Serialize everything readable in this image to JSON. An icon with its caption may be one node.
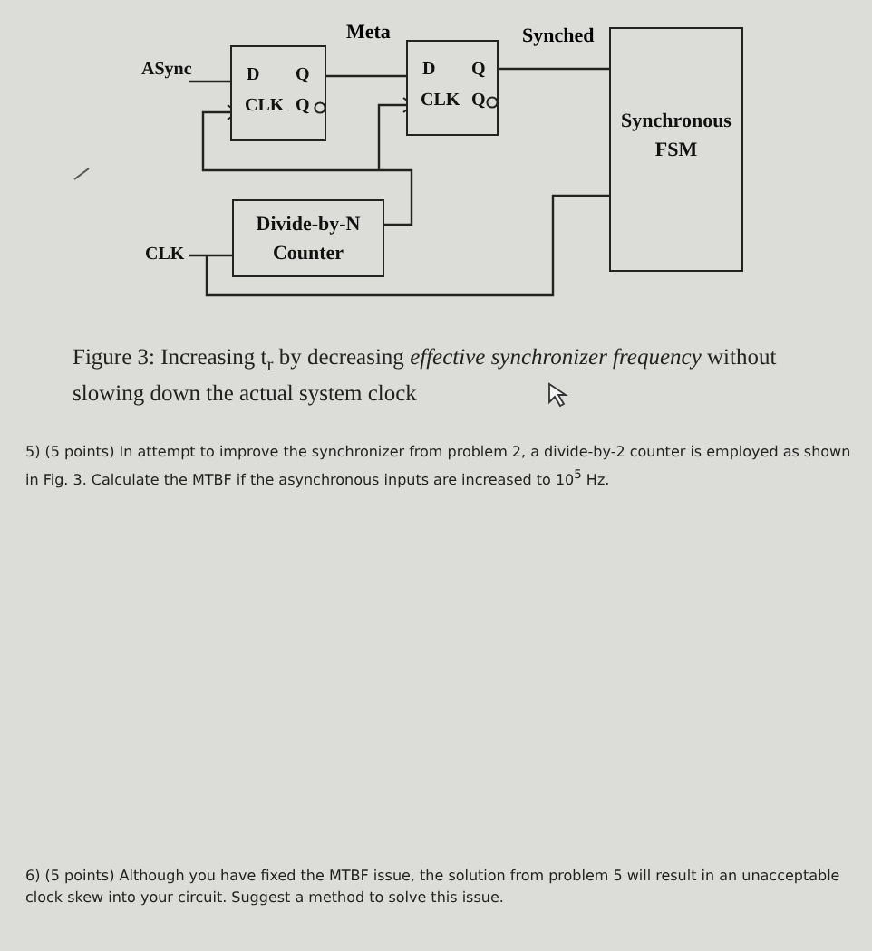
{
  "diagram": {
    "caption": "Figure 3: Increasing t$_{r}$ by decreasing *effective synchronizer frequency* without slowing down the actual system clock",
    "nodes": [
      {
        "text": [
          "ASync"
        ]
      },
      {
        "text": [
          "D",
          "Q",
          "CLK",
          "Q"
        ]
      },
      {
        "text": [
          "D",
          "Q",
          "CLK",
          "Q"
        ]
      },
      {
        "text": [
          "Synchronous FSM"
        ]
      },
      {
        "text": [
          "Divide-by-N Counter"
        ]
      },
      {
        "text": [
          "CLK"
        ]
      }
    ],
    "edges": [
      {
        "from": 0,
        "to": 1,
        "arrow": "none"
      },
      {
        "from": 1,
        "to": 2,
        "arrow": "none",
        "label": "Meta"
      },
      {
        "from": 2,
        "to": 3,
        "arrow": "none",
        "label": "Synched"
      },
      {
        "from": 4,
        "to": 1,
        "arrow": "to"
      },
      {
        "from": 4,
        "to": 2,
        "arrow": "to"
      },
      {
        "from": 5,
        "to": 4,
        "arrow": "none"
      },
      {
        "from": 5,
        "to": 3,
        "arrow": "none"
      }
    ],
    "labels": [
      "5) (5 points) In attempt to improve the synchronizer from problem 2, a divide-by-2 counter is employed as shown in Fig. 3. Calculate the MTBF if the asynchronous inputs are increased to 10$^{5}$ Hz.",
      "6) (5 points) Although you have fixed the MTBF issue, the solution from problem 5 will result in an unacceptable clock skew into your circuit. Suggest a method to solve this issue."
    ]
  }
}
